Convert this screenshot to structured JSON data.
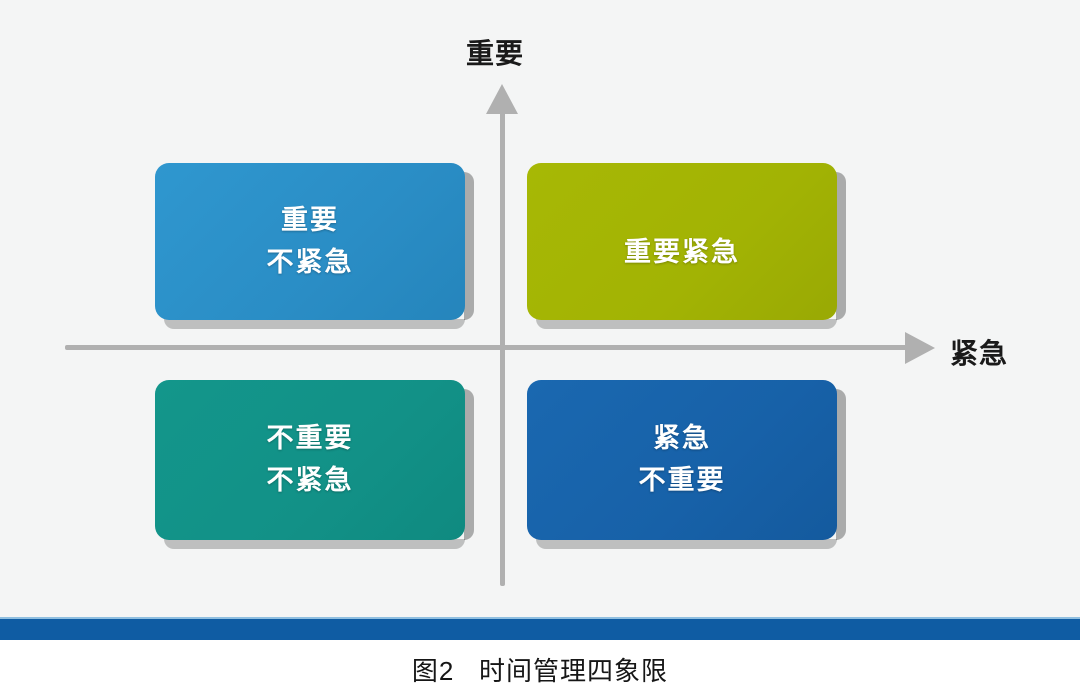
{
  "figure": {
    "axes": {
      "y_label": "重要",
      "x_label": "紧急"
    },
    "quadrants": [
      {
        "id": "important-not-urgent",
        "position": "top-left",
        "lines": [
          "重要",
          "不紧急"
        ],
        "color": "#2a8dc5"
      },
      {
        "id": "important-urgent",
        "position": "top-right",
        "lines": [
          "重要紧急"
        ],
        "color": "#a2b304"
      },
      {
        "id": "not-important-not-urgent",
        "position": "bottom-left",
        "lines": [
          "不重要",
          "不紧急"
        ],
        "color": "#129187"
      },
      {
        "id": "urgent-not-important",
        "position": "bottom-right",
        "lines": [
          "紧急",
          "不重要"
        ],
        "color": "#1761a8"
      }
    ],
    "caption": {
      "number": "图2",
      "title": "时间管理四象限",
      "full": "图2   时间管理四象限"
    },
    "rule_color": "#0f5ca3",
    "background_color": "#f4f5f5"
  }
}
